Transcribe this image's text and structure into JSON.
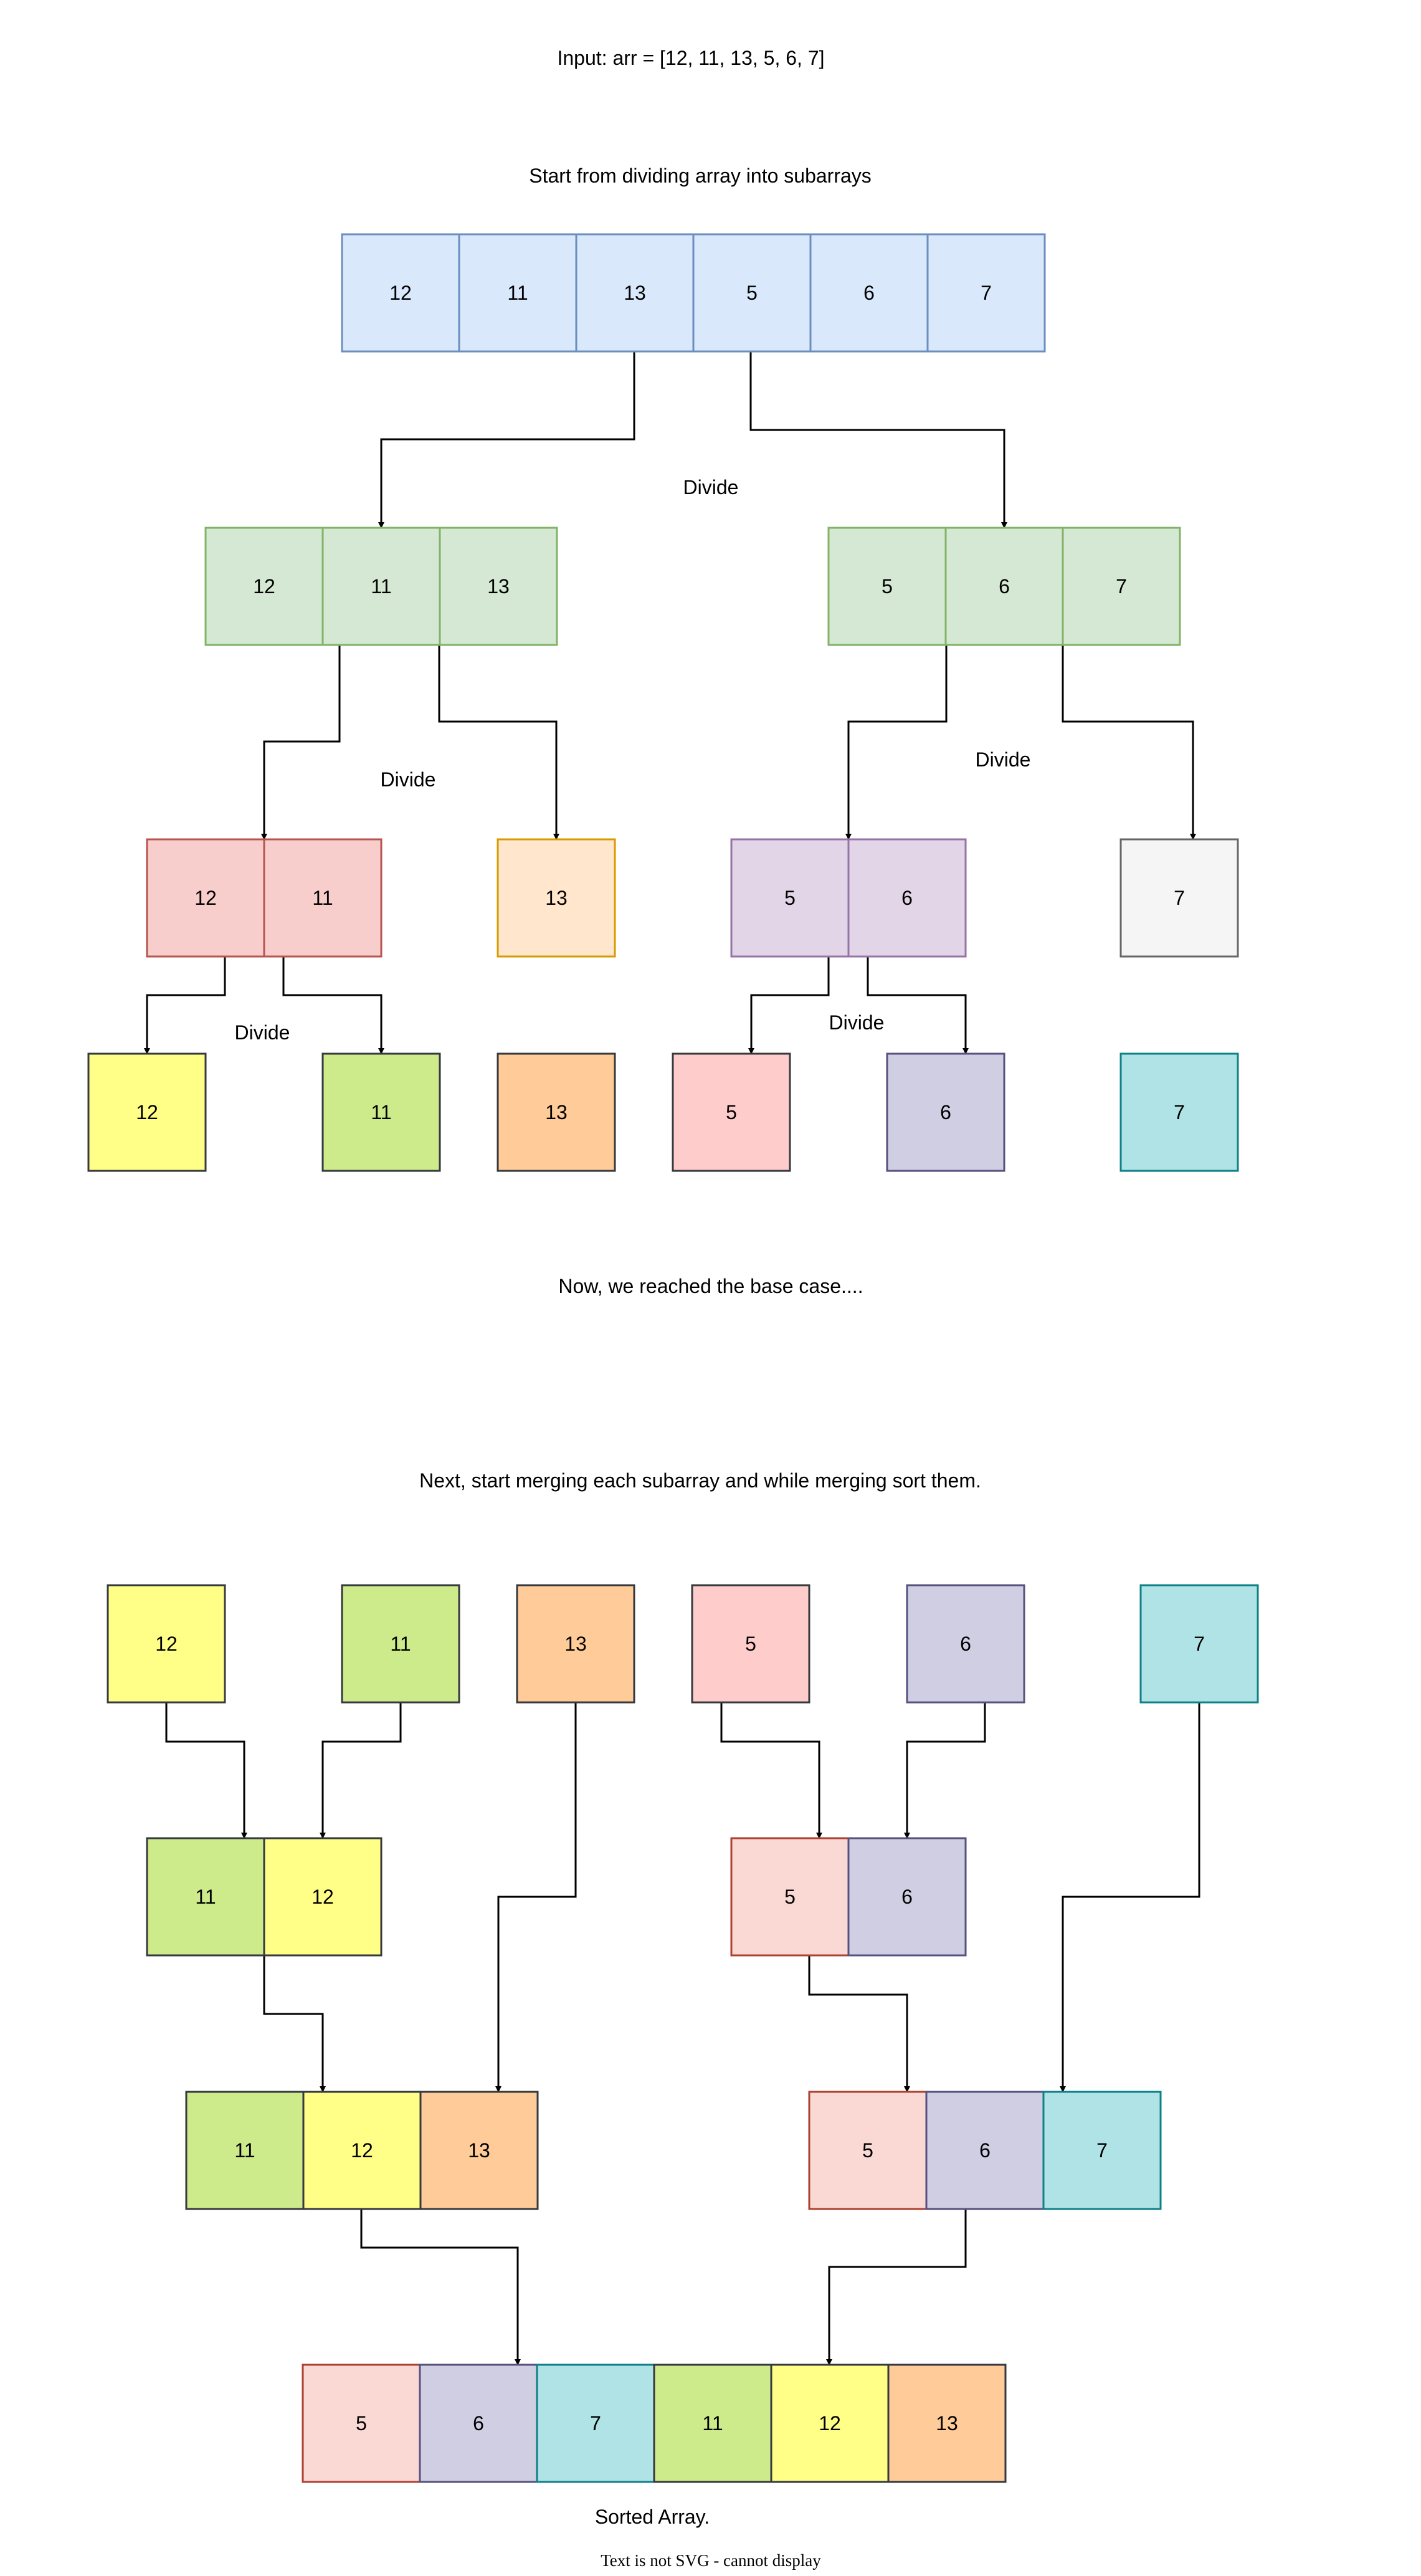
{
  "texts": {
    "input": "Input: arr = [12, 11, 13, 5, 6, 7]",
    "start": "Start from dividing array into subarrays",
    "divide_1": "Divide",
    "divide_2a": "Divide",
    "divide_2b": "Divide",
    "divide_3a": "Divide",
    "divide_3b": "Divide",
    "base_case": "Now, we reached the base case....",
    "merge": "Next, start merging each subarray and while merging sort them.",
    "sorted": "Sorted Array.",
    "svg_note": "Text is not SVG - cannot display"
  },
  "colors": {
    "blue": {
      "fill": "#dae8fc",
      "stroke": "#6c8ebf"
    },
    "green": {
      "fill": "#d5e8d4",
      "stroke": "#82b366"
    },
    "red": {
      "fill": "#f8cecc",
      "stroke": "#b85450"
    },
    "peach": {
      "fill": "#ffe6cc",
      "stroke": "#d79b00"
    },
    "purple": {
      "fill": "#e1d5e7",
      "stroke": "#9673a6"
    },
    "grey": {
      "fill": "#f5f5f5",
      "stroke": "#666666"
    },
    "yellow": {
      "fill": "#ffff88",
      "stroke": "#36393d"
    },
    "lime": {
      "fill": "#cdeb8b",
      "stroke": "#36393d"
    },
    "orange": {
      "fill": "#ffcc99",
      "stroke": "#36393d"
    },
    "pink": {
      "fill": "#ffcccc",
      "stroke": "#36393d"
    },
    "lavender": {
      "fill": "#d0cee2",
      "stroke": "#56517e"
    },
    "cyan": {
      "fill": "#b0e3e6",
      "stroke": "#0e8088"
    },
    "salmon": {
      "fill": "#fad9d5",
      "stroke": "#ae4132"
    }
  },
  "boxes": {
    "input_array": [
      [
        "12",
        "blue"
      ],
      [
        "11",
        "blue"
      ],
      [
        "13",
        "blue"
      ],
      [
        "5",
        "blue"
      ],
      [
        "6",
        "blue"
      ],
      [
        "7",
        "blue"
      ]
    ],
    "left_half": [
      [
        "12",
        "green"
      ],
      [
        "11",
        "green"
      ],
      [
        "13",
        "green"
      ]
    ],
    "right_half": [
      [
        "5",
        "green"
      ],
      [
        "6",
        "green"
      ],
      [
        "7",
        "green"
      ]
    ],
    "d2_12_11": [
      [
        "12",
        "red"
      ],
      [
        "11",
        "red"
      ]
    ],
    "d2_13": [
      [
        "13",
        "peach"
      ]
    ],
    "d2_5_6": [
      [
        "5",
        "purple"
      ],
      [
        "6",
        "purple"
      ]
    ],
    "d2_7": [
      [
        "7",
        "grey"
      ]
    ],
    "base_12": [
      [
        "12",
        "yellow"
      ]
    ],
    "base_11": [
      [
        "11",
        "lime"
      ]
    ],
    "base_13": [
      [
        "13",
        "orange"
      ]
    ],
    "base_5": [
      [
        "5",
        "pink"
      ]
    ],
    "base_6": [
      [
        "6",
        "lavender"
      ]
    ],
    "base_7": [
      [
        "7",
        "cyan"
      ]
    ],
    "m0_12": [
      [
        "12",
        "yellow"
      ]
    ],
    "m0_11": [
      [
        "11",
        "lime"
      ]
    ],
    "m0_13": [
      [
        "13",
        "orange"
      ]
    ],
    "m0_5": [
      [
        "5",
        "pink"
      ]
    ],
    "m0_6": [
      [
        "6",
        "lavender"
      ]
    ],
    "m0_7": [
      [
        "7",
        "cyan"
      ]
    ],
    "m1_11_12": [
      [
        "11",
        "lime"
      ],
      [
        "12",
        "yellow"
      ]
    ],
    "m1_5_6": [
      [
        "5",
        "salmon"
      ],
      [
        "6",
        "lavender"
      ]
    ],
    "m2_11_12_13": [
      [
        "11",
        "lime"
      ],
      [
        "12",
        "yellow"
      ],
      [
        "13",
        "orange"
      ]
    ],
    "m2_5_6_7": [
      [
        "5",
        "salmon"
      ],
      [
        "6",
        "lavender"
      ],
      [
        "7",
        "cyan"
      ]
    ],
    "sorted_array": [
      [
        "5",
        "salmon"
      ],
      [
        "6",
        "lavender"
      ],
      [
        "7",
        "cyan"
      ],
      [
        "11",
        "lime"
      ],
      [
        "12",
        "yellow"
      ],
      [
        "13",
        "orange"
      ]
    ]
  }
}
